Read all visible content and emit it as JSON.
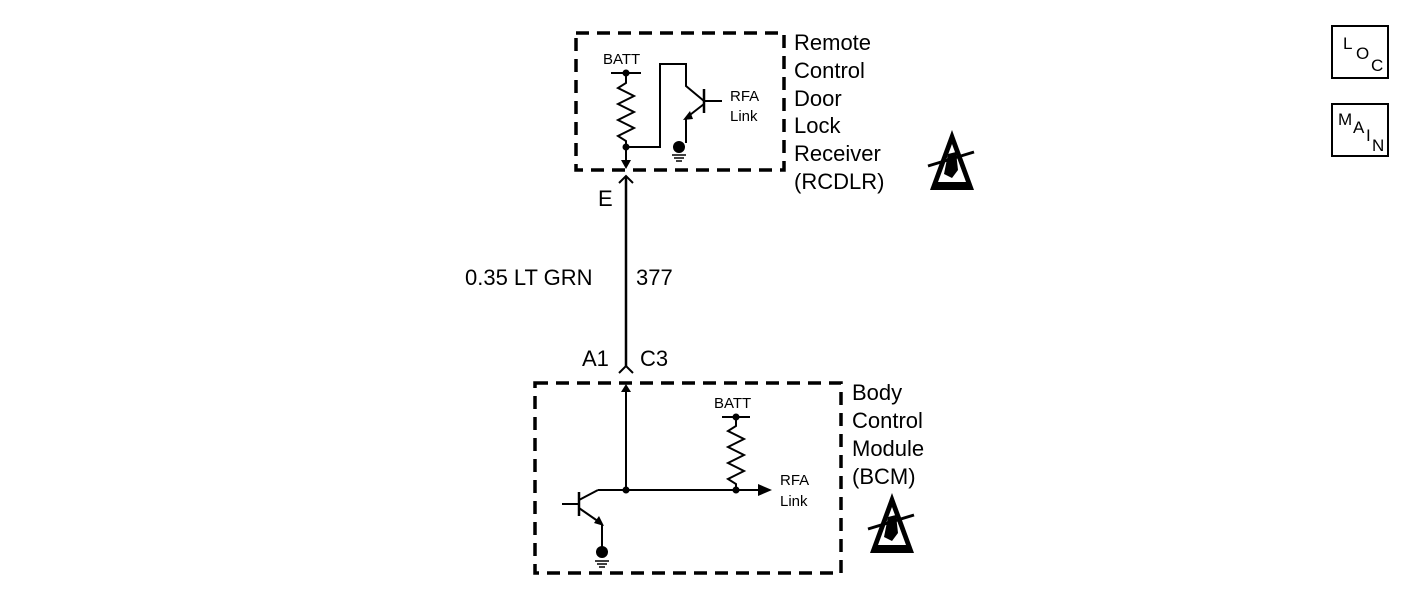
{
  "nav": {
    "loc": [
      "L",
      "O",
      "C"
    ],
    "main": [
      "M",
      "A",
      "I",
      "N"
    ]
  },
  "rcdlr": {
    "name_lines": [
      "Remote",
      "Control",
      "Door",
      "Lock",
      "Receiver",
      "(RCDLR)"
    ],
    "batt": "BATT",
    "output_lines": [
      "RFA",
      "Link"
    ],
    "connector_pin": "E"
  },
  "wire": {
    "gauge_color": "0.35 LT GRN",
    "circuit": "377"
  },
  "bcm": {
    "name_lines": [
      "Body",
      "Control",
      "Module",
      "(BCM)"
    ],
    "batt": "BATT",
    "output_lines": [
      "RFA",
      "Link"
    ],
    "connector_pin": "A1",
    "connector": "C3"
  },
  "icons": {
    "esd": "esd-warning-icon"
  },
  "colors": {
    "line": "#000000",
    "background": "#ffffff"
  }
}
